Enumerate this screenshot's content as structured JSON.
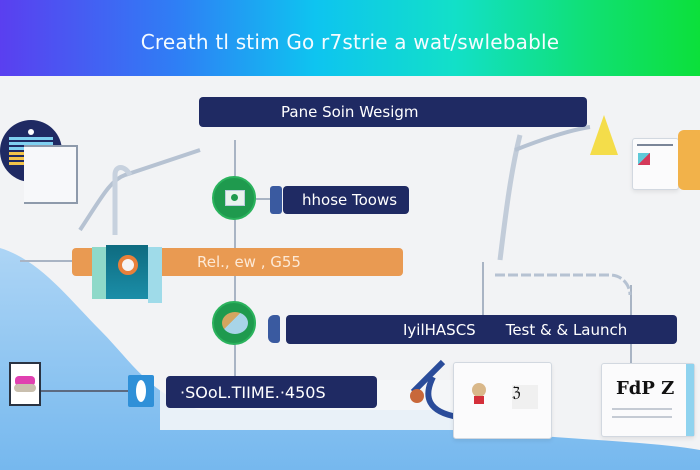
{
  "header": {
    "title": "Creath tl stim Go r7strie a wat/swlebable",
    "gradient": [
      "#5a3ff0",
      "#0ec4f0",
      "#0ce03a"
    ]
  },
  "steps": [
    {
      "label": "Pane Soin Wesigm",
      "color": "#1f2a63"
    },
    {
      "label": "hhose Toows",
      "color": "#1f2a63"
    },
    {
      "label": "Rel.,  ew , G55",
      "color": "#e99a52"
    },
    {
      "label_left": "IyilHASCS",
      "label": "Test & & Launch",
      "color": "#1f2a63"
    },
    {
      "label": "·SOoL.TIIME.·450S",
      "color": "#1f2a63"
    }
  ],
  "cards": {
    "right_bottom_text": "FdP Z"
  },
  "colors": {
    "navy": "#1f2a63",
    "orange": "#e99a52",
    "green": "#1f9a4e",
    "background": "#f2f3f5",
    "wave_blue": "#8cc3ef"
  }
}
